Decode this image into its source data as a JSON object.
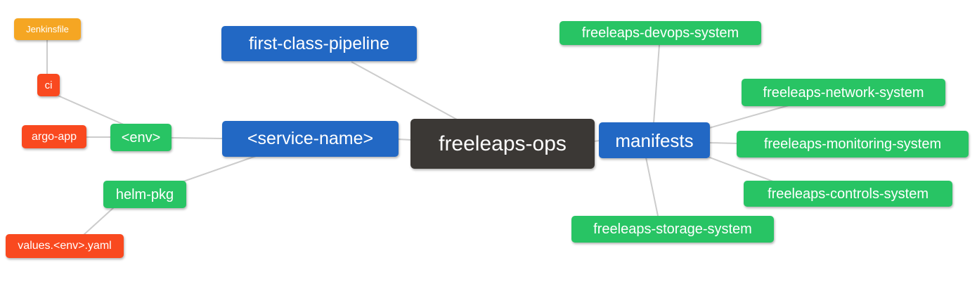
{
  "diagram": {
    "type": "mindmap",
    "background": "#ffffff",
    "palette": {
      "root_dark": "#3b3835",
      "branch_blue": "#2268c4",
      "leaf_green": "#28c464",
      "leaf_red": "#f9491f",
      "leaf_orange": "#f5a623",
      "edge_gray": "#cccccc",
      "text": "#ffffff"
    }
  },
  "nodes": {
    "freeleaps_ops": {
      "label": "freeleaps-ops",
      "color": "dark"
    },
    "first_class_pipeline": {
      "label": "first-class-pipeline",
      "color": "blue"
    },
    "service_name": {
      "label": "<service-name>",
      "color": "blue"
    },
    "manifests": {
      "label": "manifests",
      "color": "blue"
    },
    "env": {
      "label": "<env>",
      "color": "green"
    },
    "helm_pkg": {
      "label": "helm-pkg",
      "color": "green"
    },
    "ci": {
      "label": "ci",
      "color": "red"
    },
    "argo_app": {
      "label": "argo-app",
      "color": "red"
    },
    "jenkinsfile": {
      "label": "Jenkinsfile",
      "color": "orange"
    },
    "values_env_yaml": {
      "label": "values.<env>.yaml",
      "color": "red"
    },
    "devops_system": {
      "label": "freeleaps-devops-system",
      "color": "green"
    },
    "network_system": {
      "label": "freeleaps-network-system",
      "color": "green"
    },
    "monitoring_system": {
      "label": "freeleaps-monitoring-system",
      "color": "green"
    },
    "controls_system": {
      "label": "freeleaps-controls-system",
      "color": "green"
    },
    "storage_system": {
      "label": "freeleaps-storage-system",
      "color": "green"
    }
  },
  "edges": [
    {
      "from": "ci",
      "to": "jenkinsfile"
    },
    {
      "from": "env",
      "to": "ci"
    },
    {
      "from": "env",
      "to": "argo_app"
    },
    {
      "from": "service_name",
      "to": "env"
    },
    {
      "from": "service_name",
      "to": "helm_pkg"
    },
    {
      "from": "helm_pkg",
      "to": "values_env_yaml"
    },
    {
      "from": "freeleaps_ops",
      "to": "first_class_pipeline"
    },
    {
      "from": "freeleaps_ops",
      "to": "service_name"
    },
    {
      "from": "freeleaps_ops",
      "to": "manifests"
    },
    {
      "from": "manifests",
      "to": "devops_system"
    },
    {
      "from": "manifests",
      "to": "network_system"
    },
    {
      "from": "manifests",
      "to": "monitoring_system"
    },
    {
      "from": "manifests",
      "to": "controls_system"
    },
    {
      "from": "manifests",
      "to": "storage_system"
    }
  ]
}
